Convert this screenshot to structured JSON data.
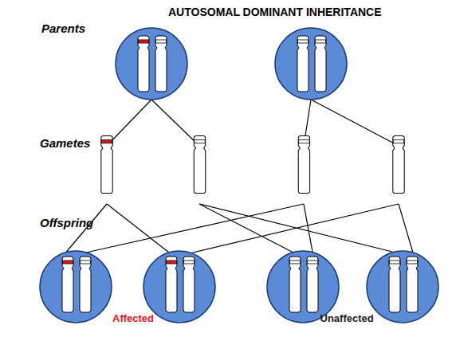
{
  "diagram": {
    "title": "AUTOSOMAL DOMINANT INHERITANCE",
    "labels": [
      "Parents",
      "Gametes",
      "Offspring",
      "Affected",
      "Unaffected"
    ]
  }
}
